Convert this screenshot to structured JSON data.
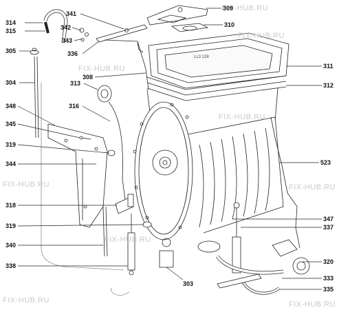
{
  "watermark": "FIX-HUB.RU",
  "tub_marking": "LL3 128",
  "part_labels": {
    "p341": "341",
    "p309": "309",
    "p314": "314",
    "p342": "342",
    "p310": "310",
    "p315": "315",
    "p343": "343",
    "p305": "305",
    "p336": "336",
    "p311": "311",
    "p308": "308",
    "p312": "312",
    "p304": "304",
    "p313": "313",
    "p316": "316",
    "p348": "348",
    "p345": "345",
    "p319a": "319",
    "p523": "523",
    "p344": "344",
    "p318": "318",
    "p347": "347",
    "p319b": "319",
    "p337": "337",
    "p340": "340",
    "p320": "320",
    "p338": "338",
    "p303": "303",
    "p333": "333",
    "p335": "335"
  }
}
